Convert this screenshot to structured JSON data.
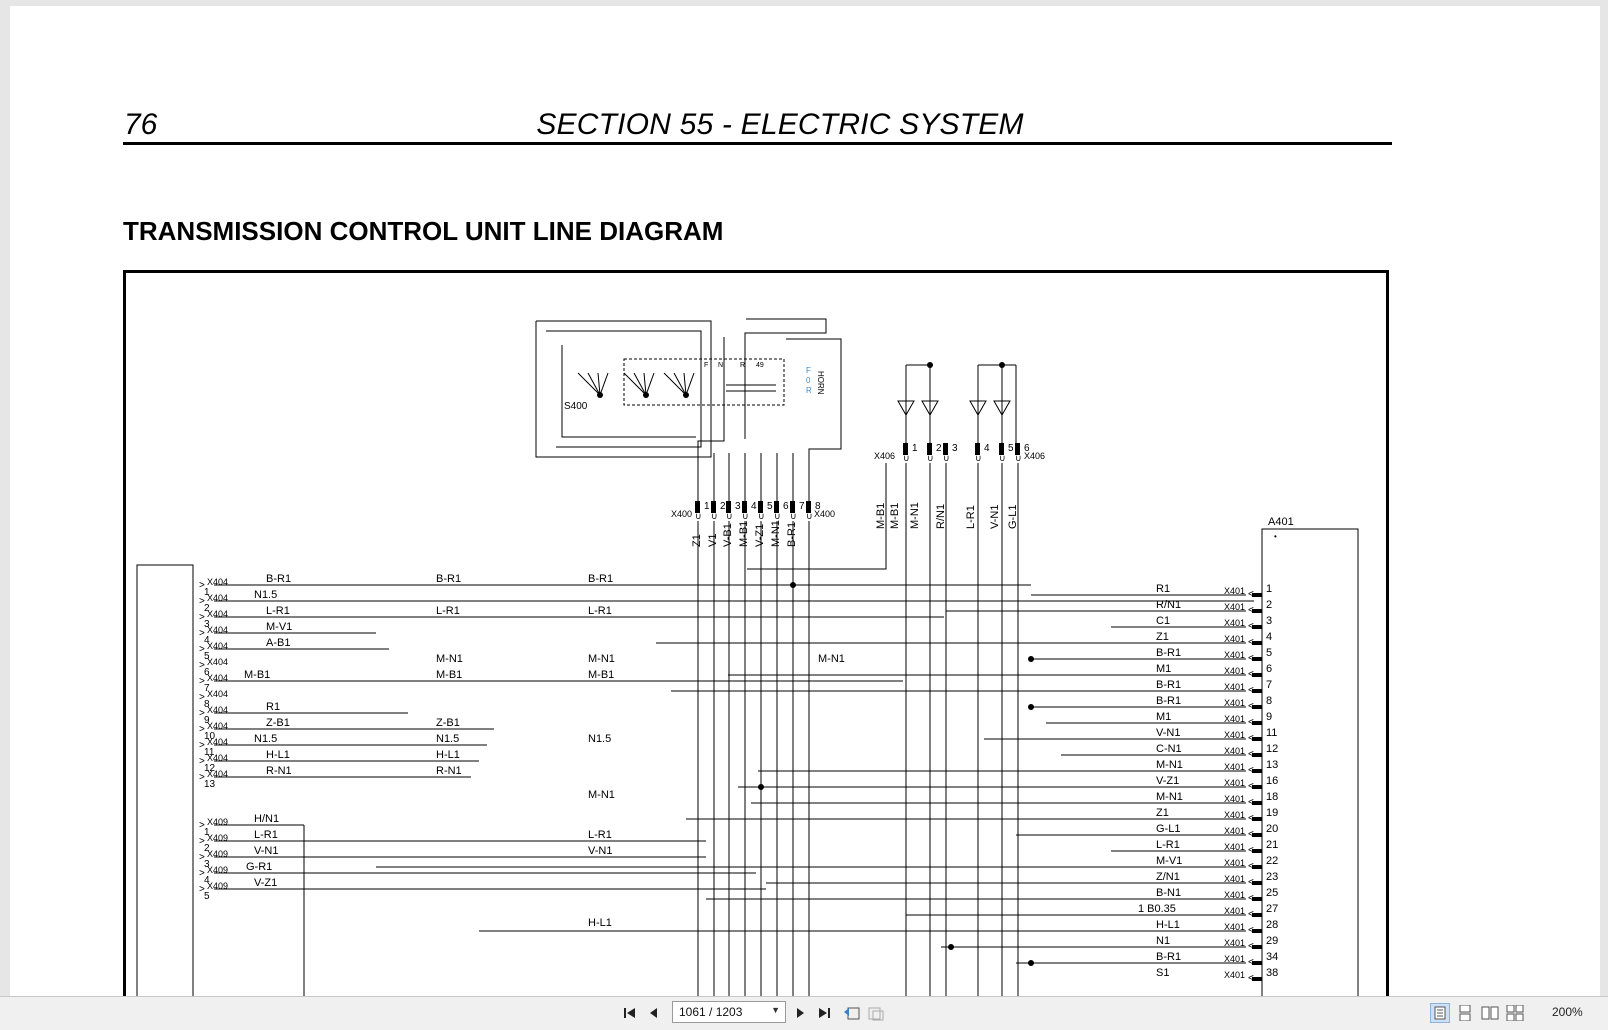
{
  "page": {
    "number": "76",
    "section_title": "SECTION 55 - ELECTRIC SYSTEM",
    "heading": "TRANSMISSION CONTROL UNIT LINE DIAGRAM"
  },
  "diagram": {
    "switch_label": "S400",
    "switch_pins": [
      "F",
      "N",
      "R",
      "49"
    ],
    "switch_dir_letters": [
      "F",
      "0",
      "R"
    ],
    "horn_label": "HORN",
    "x400": {
      "label": "X400",
      "pins": [
        "1",
        "2",
        "3",
        "4",
        "5",
        "6",
        "7",
        "8"
      ],
      "wires": [
        "Z1",
        "V1",
        "V-B1",
        "M-B1",
        "V-Z1",
        "M-N1",
        "B-R1"
      ]
    },
    "x406": {
      "label": "X406",
      "pins": [
        "1",
        "2",
        "3",
        "4",
        "5",
        "6"
      ],
      "wires": [
        "M-B1",
        "M-B1",
        "M-N1",
        "R/N1",
        "L-R1",
        "V-N1",
        "G-L1"
      ]
    },
    "a401_label": "A401",
    "x404": {
      "label": "X404",
      "pins": [
        "1",
        "2",
        "3",
        "4",
        "5",
        "6",
        "7",
        "8",
        "9",
        "10",
        "11",
        "12",
        "13"
      ],
      "wires": [
        "B-R1",
        "N1.5",
        "L-R1",
        "M-V1",
        "A-B1",
        "",
        "M-B1",
        "",
        "R1",
        "Z-B1",
        "N1.5",
        "H-L1",
        "R-N1"
      ]
    },
    "x409": {
      "label": "X409",
      "pins": [
        "1",
        "2",
        "3",
        "4",
        "5"
      ],
      "wires": [
        "H/N1",
        "L-R1",
        "V-N1",
        "G-R1",
        "V-Z1"
      ]
    },
    "mid_labels": [
      {
        "text": "B-R1",
        "row": 0,
        "col": 1
      },
      {
        "text": "B-R1",
        "row": 0,
        "col": 2
      },
      {
        "text": "L-R1",
        "row": 2,
        "col": 1
      },
      {
        "text": "L-R1",
        "row": 2,
        "col": 2
      },
      {
        "text": "M-N1",
        "row": 5,
        "col": 1
      },
      {
        "text": "M-N1",
        "row": 5,
        "col": 2
      },
      {
        "text": "M-N1",
        "row": 5,
        "col": 3
      },
      {
        "text": "M-B1",
        "row": 6,
        "col": 1
      },
      {
        "text": "M-B1",
        "row": 6,
        "col": 2
      },
      {
        "text": "Z-B1",
        "row": 9,
        "col": 1
      },
      {
        "text": "N1.5",
        "row": 10,
        "col": 1
      },
      {
        "text": "N1.5",
        "row": 10,
        "col": 2
      },
      {
        "text": "H-L1",
        "row": 11,
        "col": 1
      },
      {
        "text": "R-N1",
        "row": 12,
        "col": 1
      },
      {
        "text": "M-N1",
        "row": 13.5,
        "col": 2
      },
      {
        "text": "L-R1",
        "row": 16,
        "col": 2
      },
      {
        "text": "V-N1",
        "row": 17,
        "col": 2
      },
      {
        "text": "H-L1",
        "row": 21.5,
        "col": 2
      }
    ],
    "x401": {
      "label": "X401",
      "rows": [
        {
          "wire": "R1",
          "pin": "1"
        },
        {
          "wire": "R/N1",
          "pin": "2"
        },
        {
          "wire": "C1",
          "pin": "3"
        },
        {
          "wire": "Z1",
          "pin": "4"
        },
        {
          "wire": "B-R1",
          "pin": "5"
        },
        {
          "wire": "M1",
          "pin": "6"
        },
        {
          "wire": "B-R1",
          "pin": "7"
        },
        {
          "wire": "B-R1",
          "pin": "8"
        },
        {
          "wire": "M1",
          "pin": "9"
        },
        {
          "wire": "V-N1",
          "pin": "11"
        },
        {
          "wire": "C-N1",
          "pin": "12"
        },
        {
          "wire": "M-N1",
          "pin": "13"
        },
        {
          "wire": "V-Z1",
          "pin": "16"
        },
        {
          "wire": "M-N1",
          "pin": "18"
        },
        {
          "wire": "Z1",
          "pin": "19"
        },
        {
          "wire": "G-L1",
          "pin": "20"
        },
        {
          "wire": "L-R1",
          "pin": "21"
        },
        {
          "wire": "M-V1",
          "pin": "22"
        },
        {
          "wire": "Z/N1",
          "pin": "23"
        },
        {
          "wire": "B-N1",
          "pin": "25"
        },
        {
          "wire": "1  B0.35",
          "pin": "27"
        },
        {
          "wire": "H-L1",
          "pin": "28"
        },
        {
          "wire": "N1",
          "pin": "29"
        },
        {
          "wire": "B-R1",
          "pin": "34"
        },
        {
          "wire": "S1",
          "pin": "38"
        }
      ]
    }
  },
  "toolbar": {
    "page_indicator": "1061 / 1203",
    "zoom": "200%"
  }
}
